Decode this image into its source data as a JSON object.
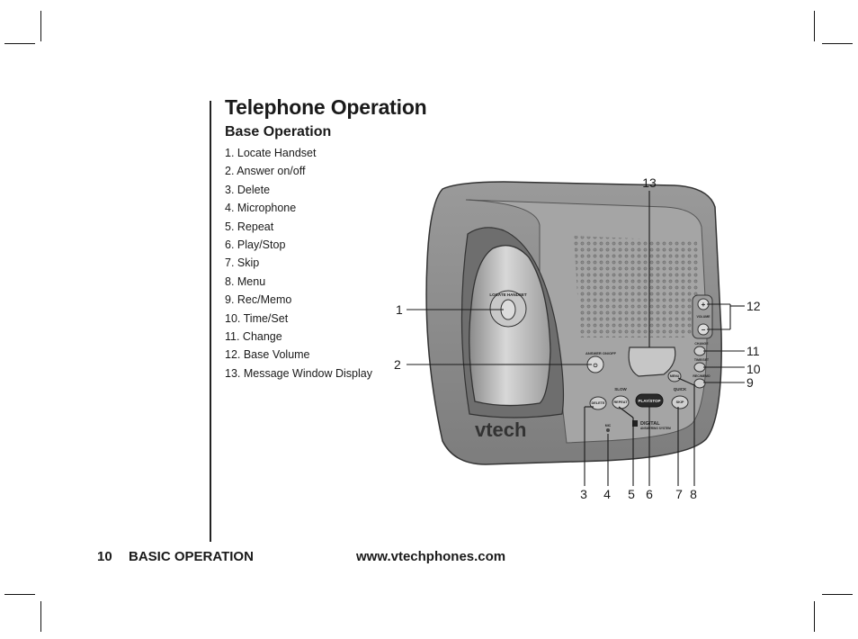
{
  "title": "Telephone Operation",
  "subtitle": "Base Operation",
  "parts": [
    "1.  Locate Handset",
    "2.  Answer on/off",
    "3.  Delete",
    "4.  Microphone",
    "5.  Repeat",
    "6.  Play/Stop",
    "7.  Skip",
    "8.  Menu",
    "9.  Rec/Memo",
    "10. Time/Set",
    "11. Change",
    "12. Base Volume",
    "13. Message Window Display"
  ],
  "footer": {
    "page_number": "10",
    "section": "BASIC OPERATION",
    "url": "www.vtechphones.com"
  },
  "diagram": {
    "callouts": [
      "1",
      "2",
      "3",
      "4",
      "5",
      "6",
      "7",
      "8",
      "9",
      "10",
      "11",
      "12",
      "13"
    ],
    "brand": "vtech",
    "device_labels": {
      "locate_handset": "LOCATE HANDSET",
      "answer_onoff": "ANSWER ON/OFF",
      "delete": "DELETE",
      "repeat": "REPEAT",
      "play_stop": "PLAY/STOP",
      "skip": "SKIP",
      "slow": "SLOW",
      "quick": "QUICK",
      "menu": "MENU",
      "change": "CHANGE",
      "time_set": "TIME/SET",
      "rec_memo": "REC/MEMO",
      "volume": "VOLUME",
      "mic": "MIC",
      "digital": "DIGITAL",
      "answering_system": "ANSWERING SYSTEM"
    }
  }
}
